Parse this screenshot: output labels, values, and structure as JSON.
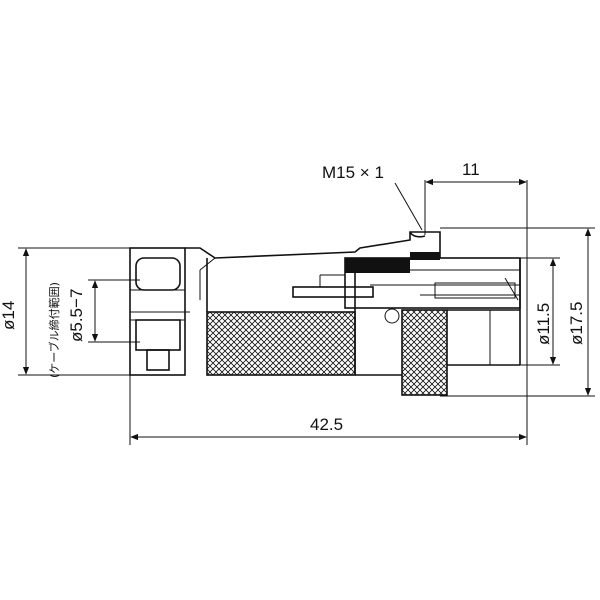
{
  "drawing": {
    "dimensions": {
      "thread": "M15 × 1",
      "length_right": "11",
      "total_length": "42.5",
      "diameter_left": "ø14",
      "cable_range": "ø5.5−7",
      "cable_note": "(ケーブル締付範囲)",
      "diameter_inner": "ø11.5",
      "diameter_outer": "ø17.5"
    }
  }
}
